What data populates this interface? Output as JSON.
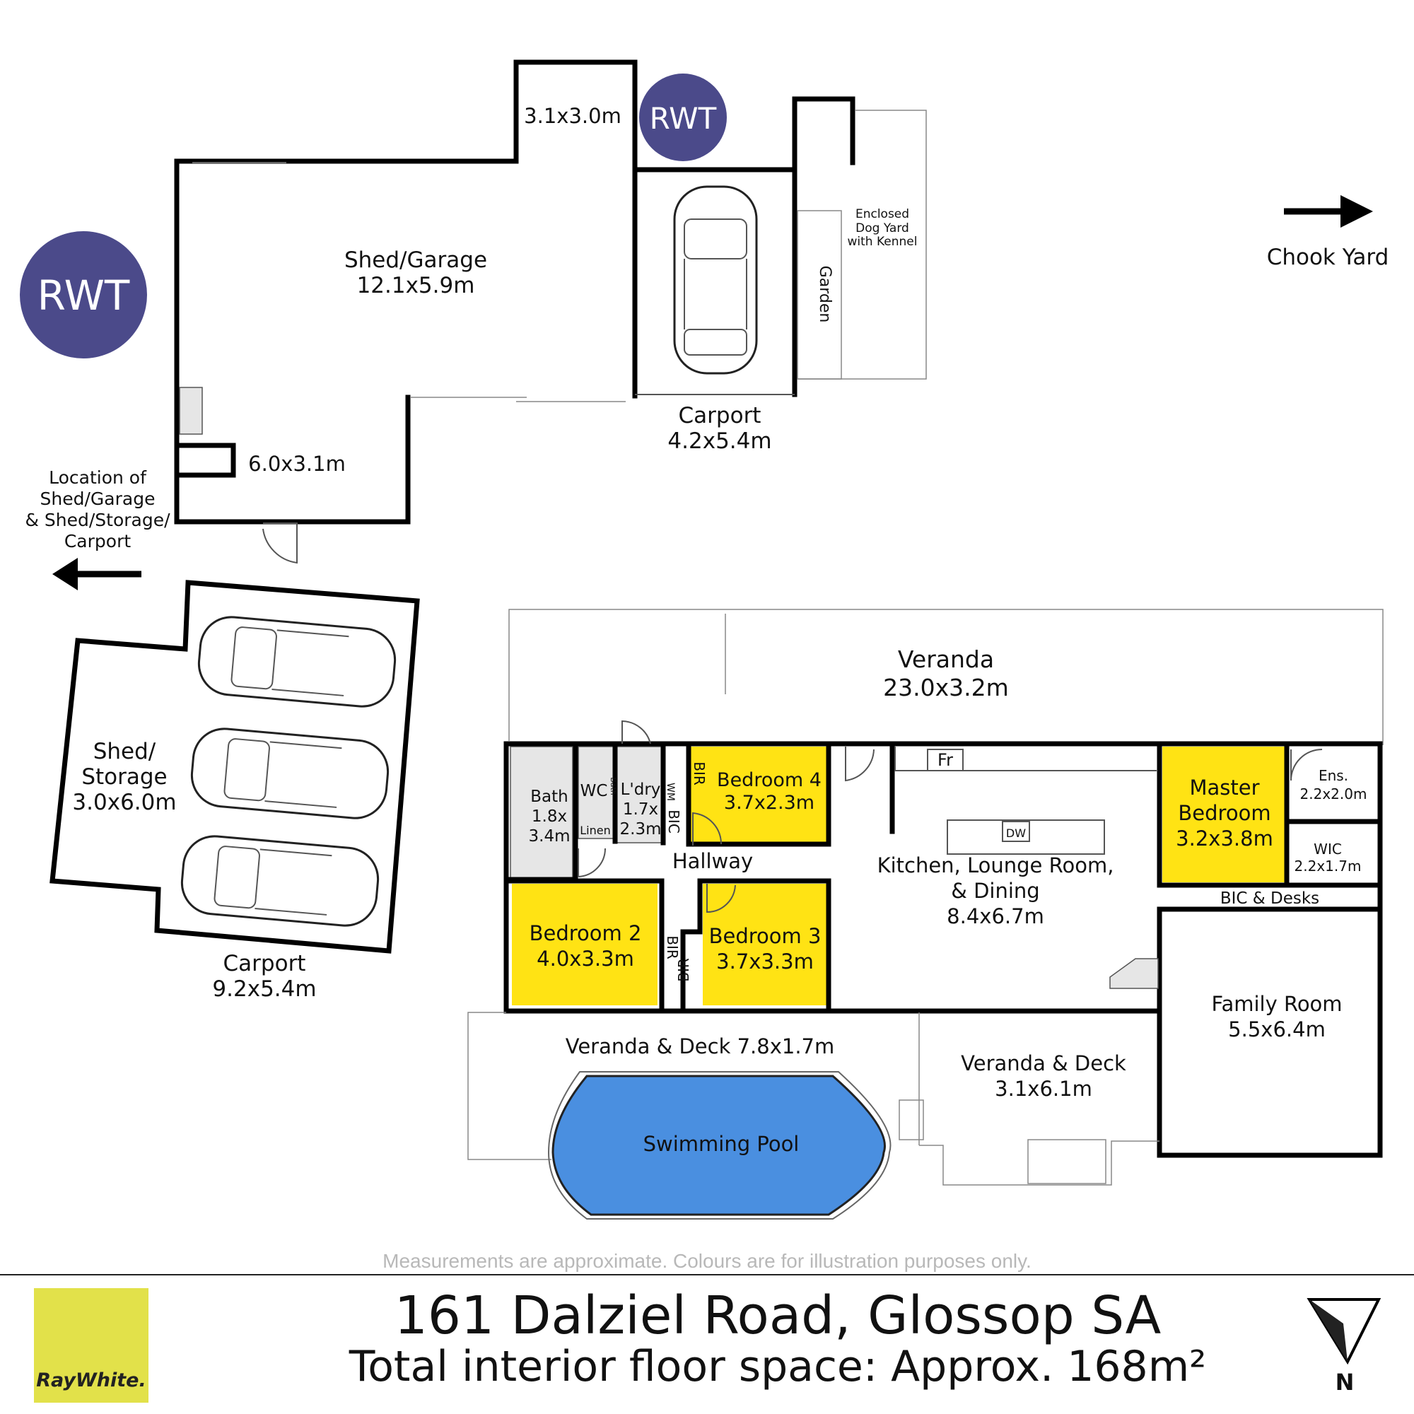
{
  "rooms": {
    "shed_garage": {
      "name": "Shed/Garage",
      "size": "12.1x5.9m"
    },
    "small_room": {
      "size": "3.1x3.0m"
    },
    "shed_small": {
      "size": "6.0x3.1m"
    },
    "carport_top": {
      "name": "Carport",
      "size": "4.2x5.4m"
    },
    "dog_yard": {
      "line1": "Enclosed",
      "line2": "Dog Yard",
      "line3": "with Kennel"
    },
    "garden": {
      "name": "Garden"
    },
    "shed_storage": {
      "line1": "Shed/",
      "line2": "Storage",
      "size": "3.0x6.0m"
    },
    "carport_left": {
      "name": "Carport",
      "size": "9.2x5.4m"
    },
    "veranda": {
      "name": "Veranda",
      "size": "23.0x3.2m"
    },
    "bath": {
      "name": "Bath",
      "size1": "1.8x",
      "size2": "3.4m"
    },
    "wc": {
      "name": "WC"
    },
    "laundry": {
      "name": "L'dry",
      "size1": "1.7x",
      "size2": "2.3m"
    },
    "linen": {
      "name": "Linen"
    },
    "bir": {
      "name": "BIR"
    },
    "bic": {
      "name": "BIC"
    },
    "wm": {
      "name": "WM"
    },
    "bath_small": {
      "name": "Bath"
    },
    "bedroom4": {
      "name": "Bedroom 4",
      "size": "3.7x2.3m"
    },
    "hallway": {
      "name": "Hallway"
    },
    "bedroom2": {
      "name": "Bedroom 2",
      "size": "4.0x3.3m"
    },
    "bedroom3": {
      "name": "Bedroom 3",
      "size": "3.7x3.3m"
    },
    "kitchen": {
      "line1": "Kitchen, Lounge Room,",
      "line2": "& Dining",
      "size": "8.4x6.7m"
    },
    "fridge": {
      "name": "Fr"
    },
    "dishwasher": {
      "name": "DW"
    },
    "master": {
      "line1": "Master",
      "line2": "Bedroom",
      "size": "3.2x3.8m"
    },
    "ensuite": {
      "name": "Ens.",
      "size": "2.2x2.0m"
    },
    "wic": {
      "name": "WIC",
      "size": "2.2x1.7m"
    },
    "bic_desks": {
      "name": "BIC & Desks"
    },
    "family": {
      "name": "Family Room",
      "size": "5.5x6.4m"
    },
    "veranda_deck_left": {
      "name": "Veranda & Deck 7.8x1.7m"
    },
    "veranda_deck_right": {
      "name": "Veranda & Deck",
      "size": "3.1x6.1m"
    },
    "pool": {
      "name": "Swimming Pool"
    }
  },
  "annotations": {
    "rwt": "RWT",
    "chook_yard": "Chook Yard",
    "location_note": [
      "Location of",
      "Shed/Garage",
      "& Shed/Storage/",
      "Carport"
    ]
  },
  "footer": {
    "disclaimer": "Measurements are approximate. Colours are for illustration purposes only.",
    "address": "161 Dalziel Road, Glossop SA",
    "floorspace": "Total interior floor space: Approx. 168m²",
    "logo_text": "RayWhite.",
    "north": "N"
  },
  "colors": {
    "bedroom_fill": "#ffe314",
    "pool_fill": "#4a8fe0",
    "rwt_circle": "#4b4a8a",
    "logo_bg": "#e2e14a"
  }
}
